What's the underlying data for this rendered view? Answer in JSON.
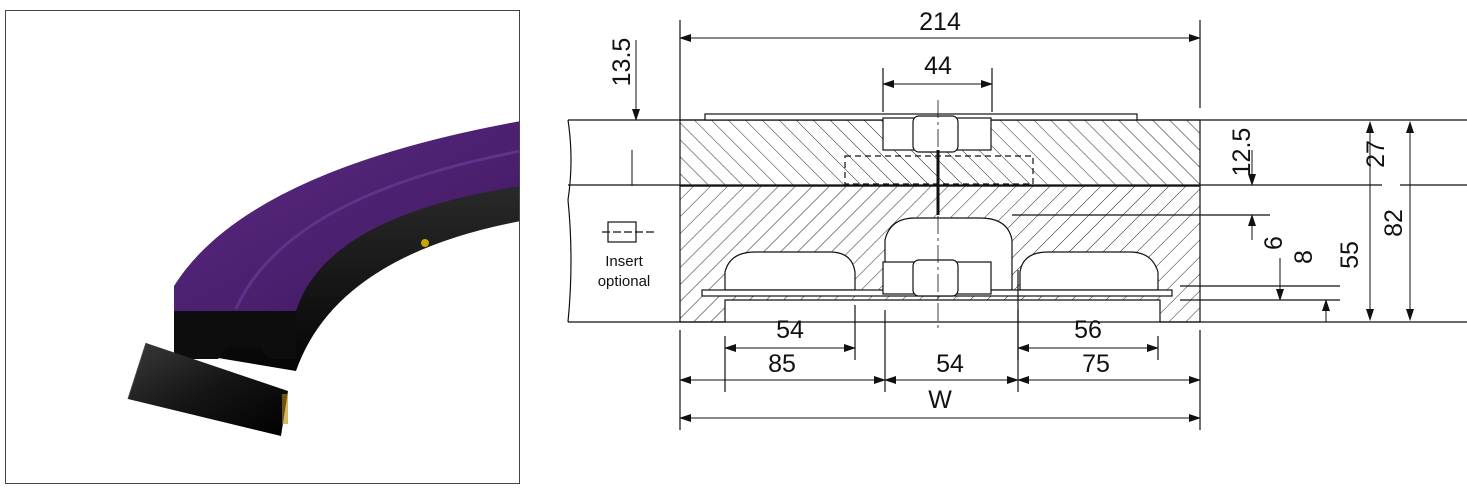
{
  "photo": {
    "alt": "Curved purple rail segment with black slide profile"
  },
  "drawing": {
    "dimensions": {
      "overall_width": "214",
      "top_offset": "13.5",
      "center_gap": "44",
      "right_upper": "12.5",
      "right_27": "27",
      "right_82": "82",
      "right_55": "55",
      "right_6": "6",
      "right_8": "8",
      "lower_left_54": "54",
      "lower_left_85": "85",
      "lower_center_54": "54",
      "lower_right_56": "56",
      "lower_right_75": "75",
      "variable_width": "W"
    },
    "insert_label_line1": "Insert",
    "insert_label_line2": "optional"
  }
}
